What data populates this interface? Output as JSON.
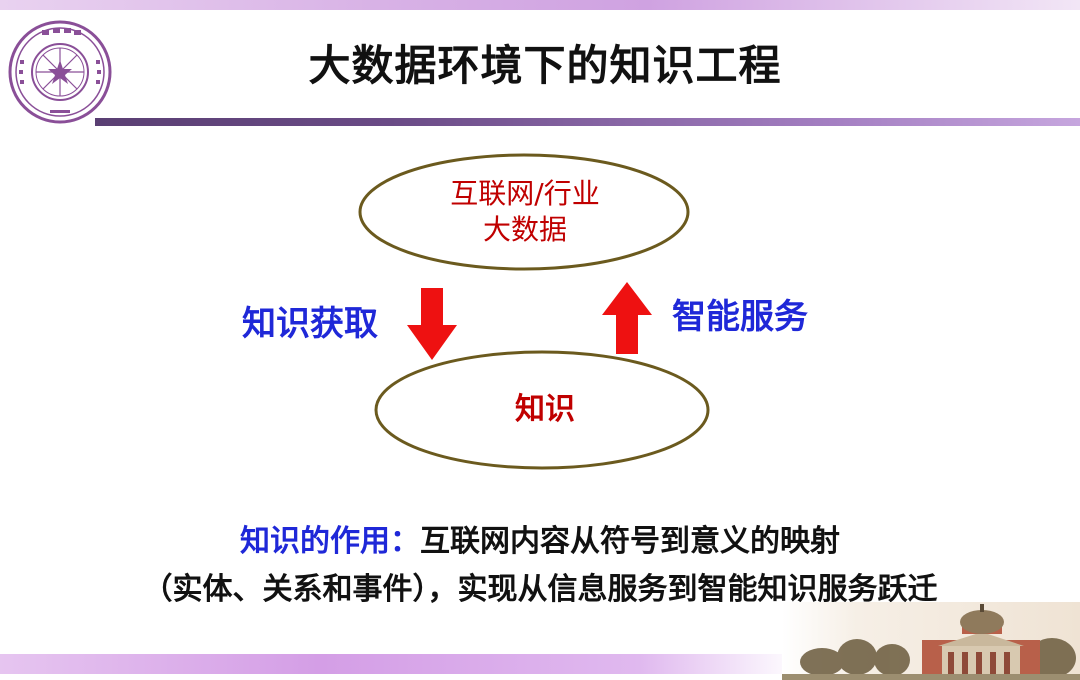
{
  "slide": {
    "title": "大数据环境下的知识工程"
  },
  "diagram": {
    "top_node_line1": "互联网/行业",
    "top_node_line2": "大数据",
    "bottom_node": "知识",
    "down_arrow_label": "知识获取",
    "up_arrow_label": "智能服务"
  },
  "role": {
    "key": "知识的作用：",
    "line1_text": "互联网内容从符号到意义的映射",
    "line2_text": "（实体、关系和事件），实现从信息服务到智能知识服务跃迁"
  },
  "colors": {
    "title_text": "#111111",
    "node_text": "#c00000",
    "ellipse_stroke": "#6b5a1e",
    "arrow_red": "#ee1111",
    "label_blue": "#1f28d8",
    "accent_purple": "#6a4b86"
  },
  "icons": {
    "logo": "tsinghua-university-seal",
    "photo": "campus-auditorium-building"
  }
}
